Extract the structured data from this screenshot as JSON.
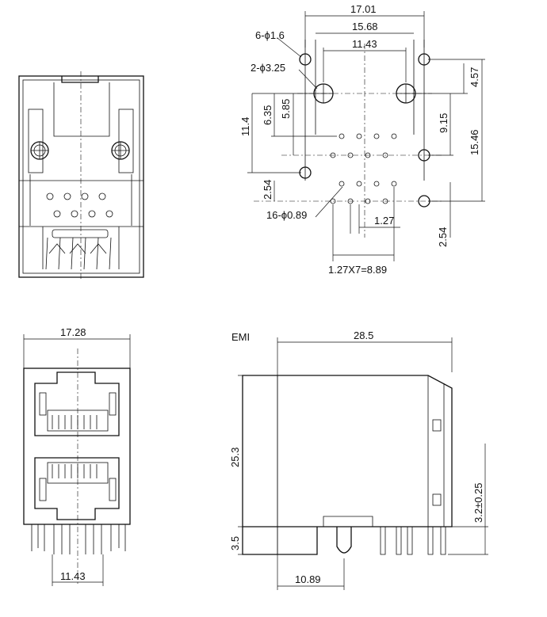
{
  "top_view": {
    "width_overall": "17.01",
    "width_inner": "15.68",
    "width_pegs": "11.43",
    "mount_holes": "6-ϕ1.6",
    "peg_holes": "2-ϕ3.25",
    "offset_right_top": "4.57",
    "offset_left_1": "6.35",
    "offset_left_2": "5.85",
    "height_left": "11.4",
    "offset_right_mid": "9.15",
    "height_right": "15.46",
    "pin_row_gap": "2.54",
    "pin_holes": "16-ϕ0.89",
    "pin_pitch": "1.27",
    "pin_row_gap_right": "2.54",
    "pin_span": "1.27X7=8.89"
  },
  "front_view": {
    "width": "17.28",
    "pin_width": "11.43"
  },
  "side_view": {
    "label_emi": "EMI",
    "length": "28.5",
    "height": "25.3",
    "standoff": "3.5",
    "pin_length": "3.2±0.25",
    "peg_offset": "10.89"
  }
}
